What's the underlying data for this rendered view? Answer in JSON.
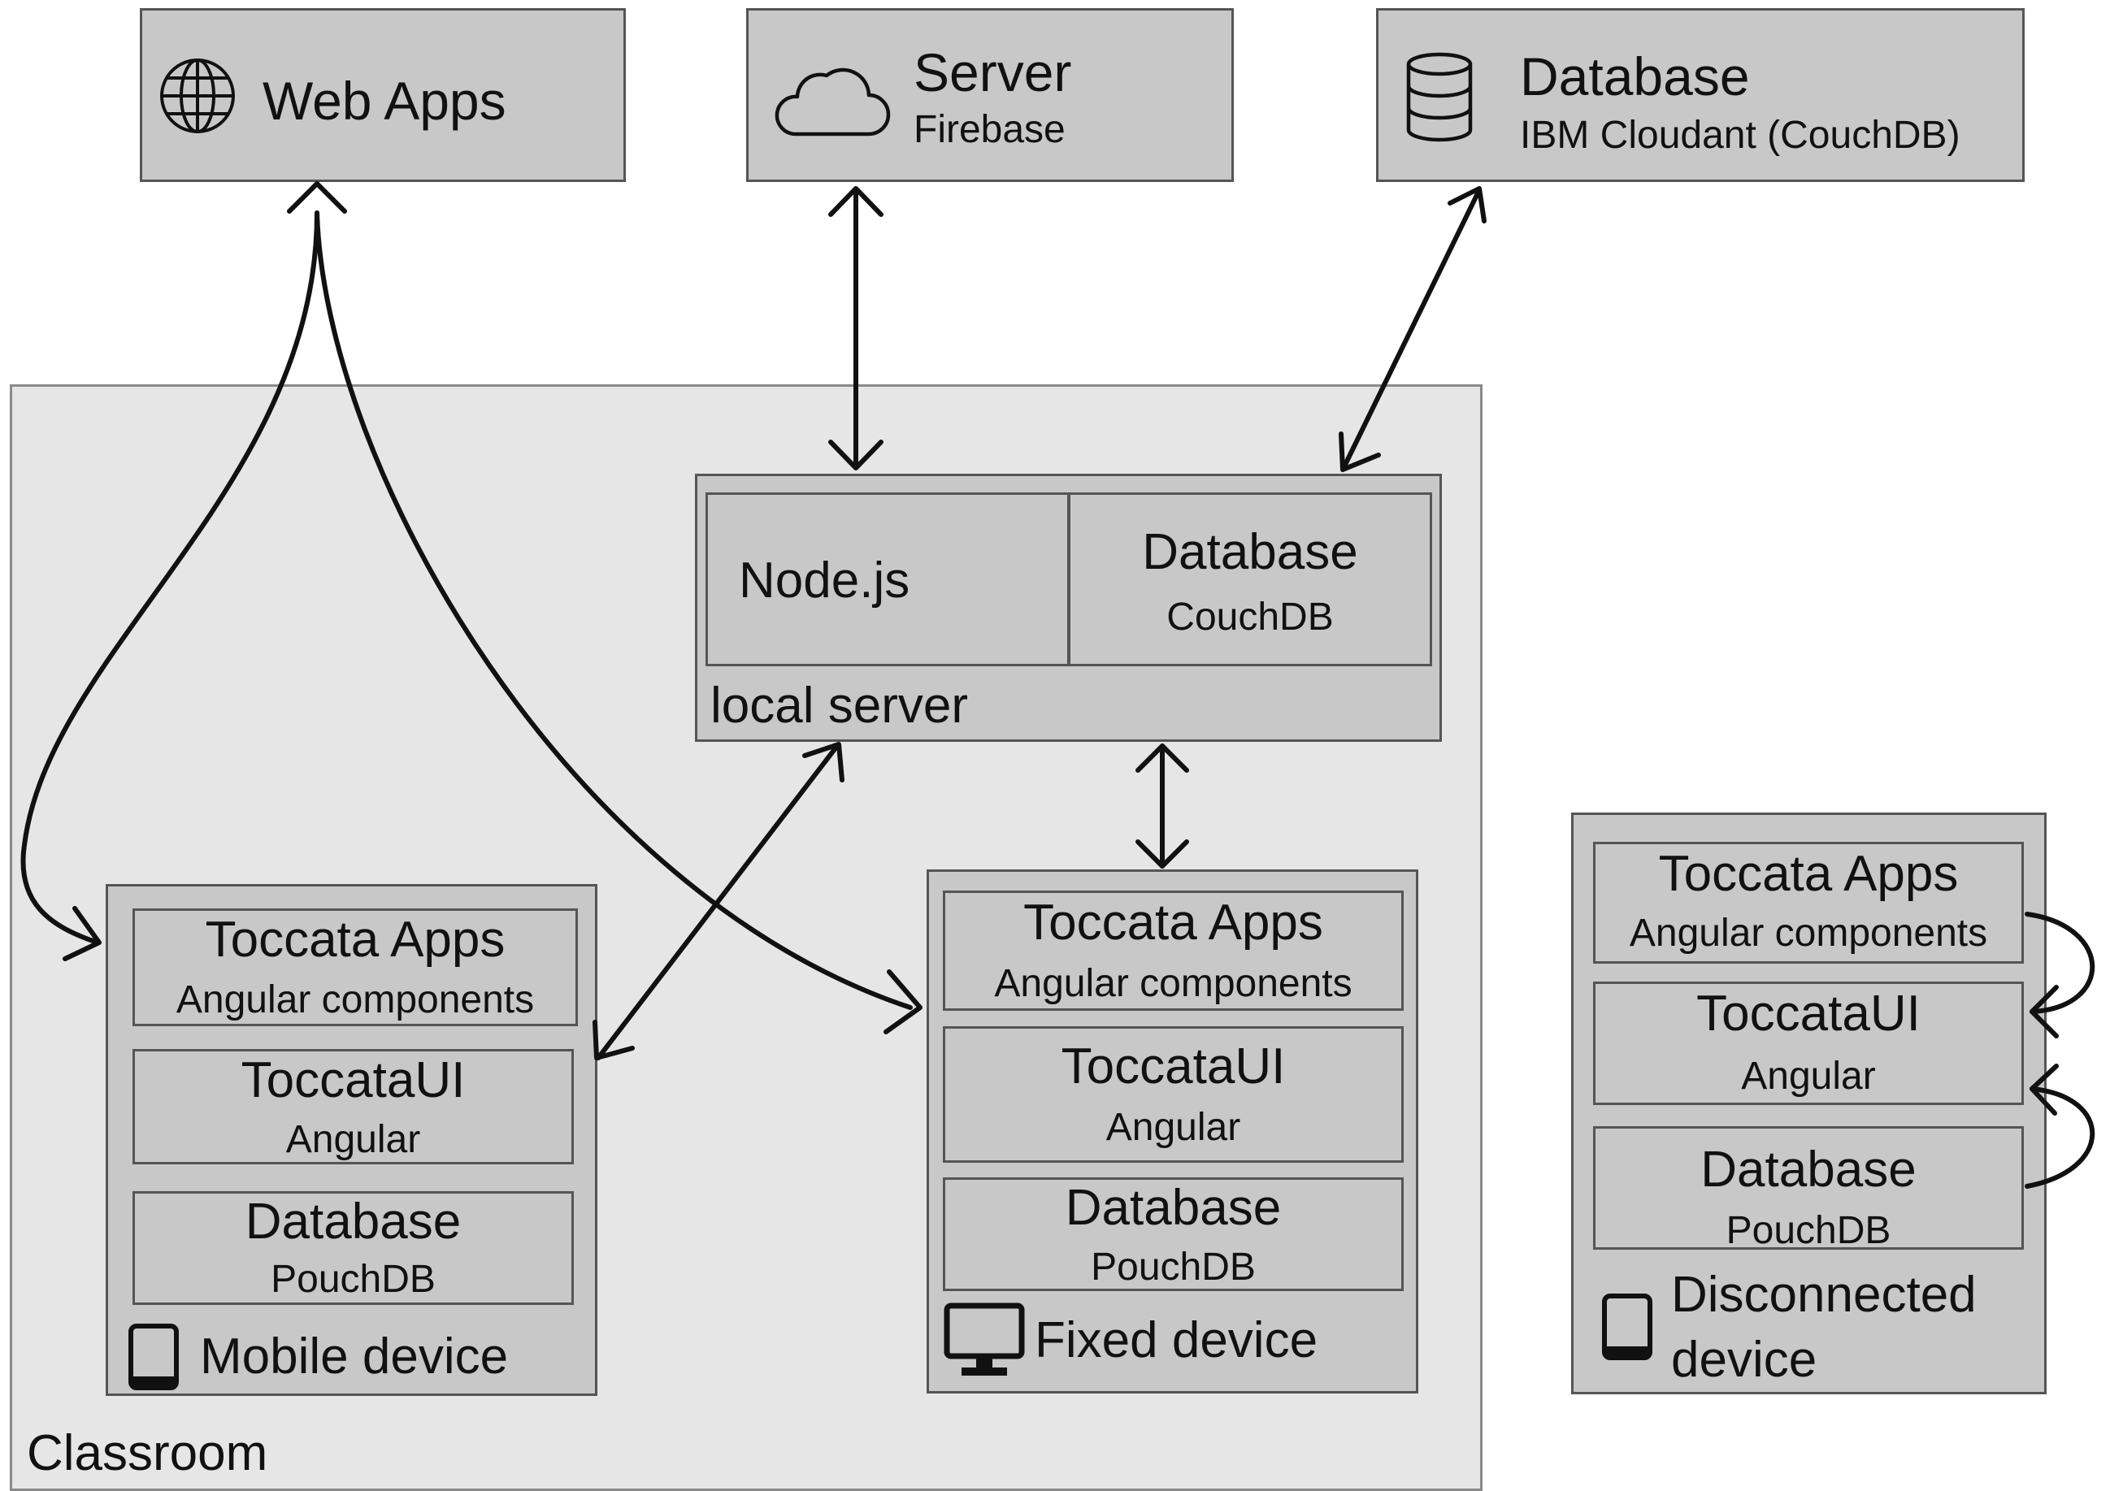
{
  "top": {
    "web_apps": {
      "title": "Web Apps",
      "icon": "globe-icon"
    },
    "server": {
      "title": "Server",
      "subtitle": "Firebase",
      "icon": "cloud-icon"
    },
    "database": {
      "title": "Database",
      "subtitle": "IBM Cloudant (CouchDB)",
      "icon": "database-icon"
    }
  },
  "classroom": {
    "label": "Classroom",
    "local_server": {
      "label": "local server",
      "node": "Node.js",
      "db_title": "Database",
      "db_subtitle": "CouchDB"
    },
    "mobile": {
      "label": "Mobile device",
      "icon": "tablet-icon",
      "layers": [
        {
          "title": "Toccata Apps",
          "subtitle": "Angular components"
        },
        {
          "title": "ToccataUI",
          "subtitle": "Angular"
        },
        {
          "title": "Database",
          "subtitle": "PouchDB"
        }
      ]
    },
    "fixed": {
      "label": "Fixed device",
      "icon": "monitor-icon",
      "layers": [
        {
          "title": "Toccata Apps",
          "subtitle": "Angular components"
        },
        {
          "title": "ToccataUI",
          "subtitle": "Angular"
        },
        {
          "title": "Database",
          "subtitle": "PouchDB"
        }
      ]
    }
  },
  "disconnected": {
    "label_line1": "Disconnected",
    "label_line2": "device",
    "icon": "tablet-icon",
    "layers": [
      {
        "title": "Toccata Apps",
        "subtitle": "Angular components"
      },
      {
        "title": "ToccataUI",
        "subtitle": "Angular"
      },
      {
        "title": "Database",
        "subtitle": "PouchDB"
      }
    ]
  },
  "colors": {
    "box": "#c8c8c8",
    "region": "#e6e6e6",
    "border": "#555555",
    "line": "#111111"
  }
}
